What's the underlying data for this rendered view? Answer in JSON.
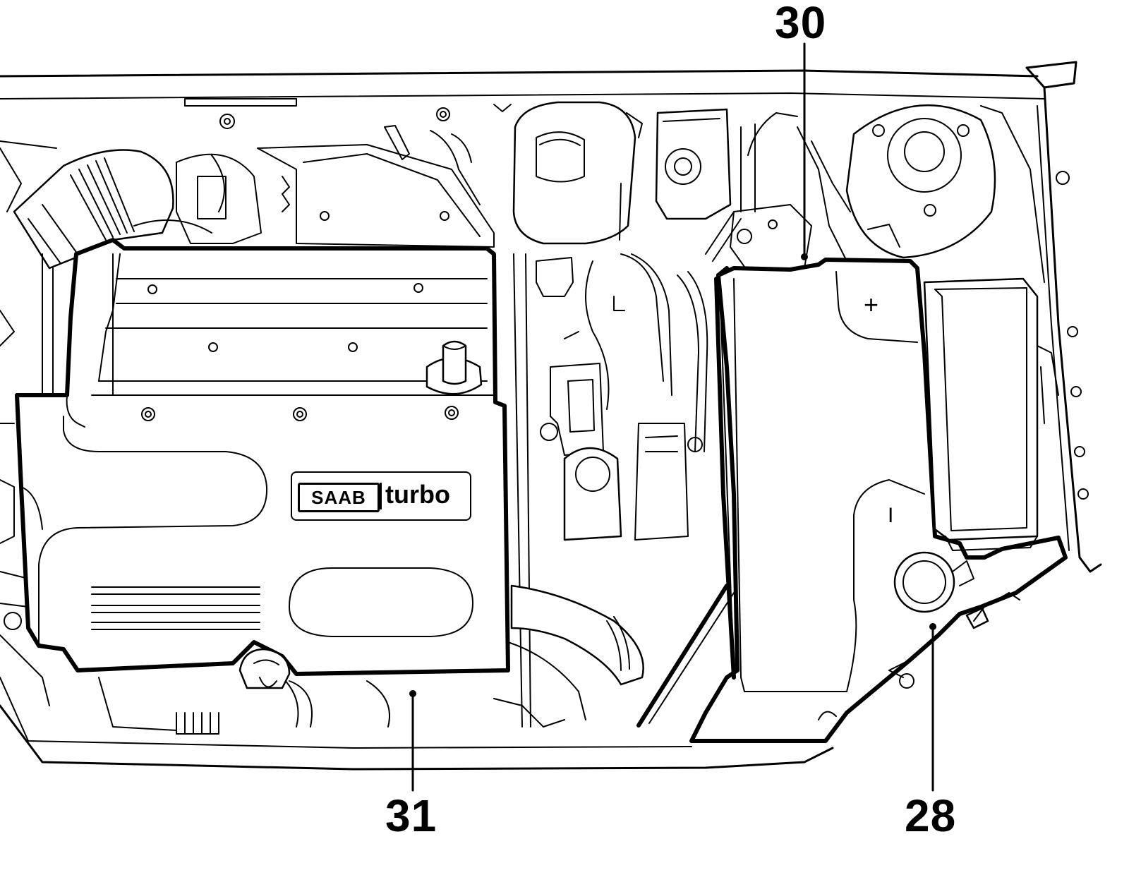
{
  "callouts": [
    {
      "id": "30",
      "label": "30"
    },
    {
      "id": "31",
      "label": "31"
    },
    {
      "id": "28",
      "label": "28"
    }
  ],
  "engine_cover_logo": {
    "brand": "SAAB",
    "model": "turbo"
  },
  "battery_markings": {
    "positive": "+",
    "negative": "I"
  }
}
